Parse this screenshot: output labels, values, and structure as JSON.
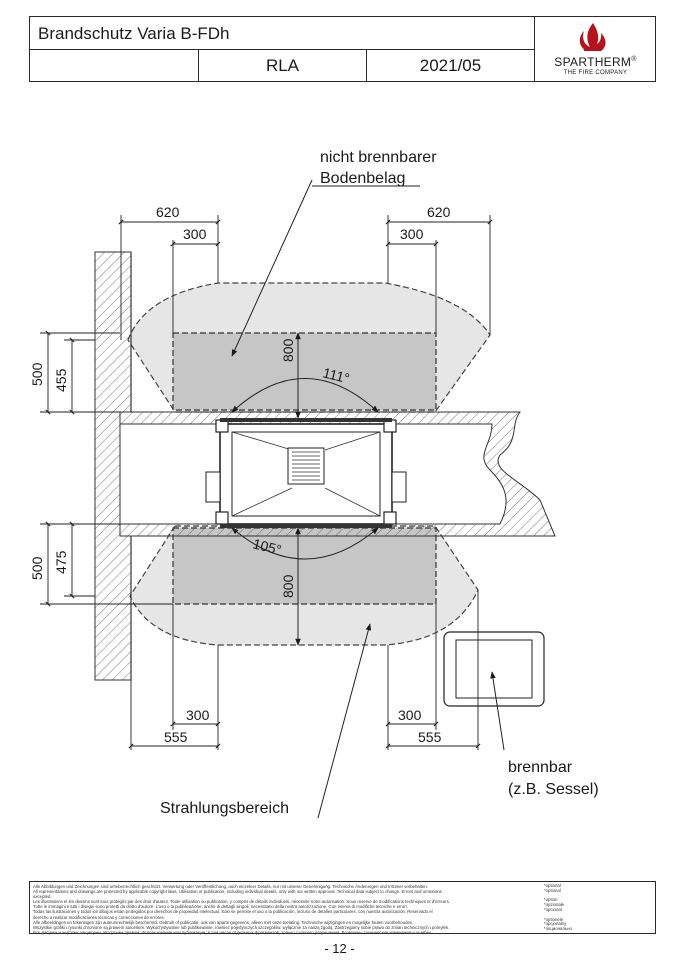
{
  "title_block": {
    "title": "Brandschutz Varia B-FDh",
    "model": "RLA",
    "date": "2021/05",
    "brand": "SPARTHERM",
    "brand_mark": "®",
    "tagline": "THE FIRE COMPANY"
  },
  "labels": {
    "floor_covering": [
      "nicht brennbarer",
      "Bodenbelag"
    ],
    "combustible": [
      "brennbar",
      "(z.B. Sessel)"
    ],
    "radiation_area": "Strahlungsbereich"
  },
  "dimensions": {
    "top_left_outer": "620",
    "top_left_inner": "300",
    "top_right_outer": "620",
    "top_right_inner": "300",
    "depth_top": "800",
    "angle_top": "111°",
    "angle_bottom": "105°",
    "depth_bottom": "800",
    "left_upper_outer": "500",
    "left_upper_inner": "455",
    "left_lower_outer": "500",
    "left_lower_inner": "475",
    "bottom_left_inner": "300",
    "bottom_left_outer": "555",
    "bottom_right_inner": "300",
    "bottom_right_outer": "555"
  },
  "footer": {
    "legal": [
      "Alle Abbildungen und Zeichnungen sind urheberrechtlich geschützt. Verwertung oder Veröffentlichung, auch einzelner Details, nur mit unserer Genehmigung. Technische Änderungen und Irrtümer vorbehalten.",
      "All representations and drawings are protected by applicable copyright laws. Utilisation or publication, including individual details, only with our written approval. Technical data subject to change. Errors and omissions",
      "excepted.",
      "Les illustrations et les dessins sont tous protégés par des droit d'auteur. Toute utilisation ou publication, y compris de détails individuels, nécessite notre autorisation. Sous reserve de modifications techniques et d'erreurs.",
      "Tutte le immagini e tutti i disegni sono protetti da diritto d'autore. L'uso o la pubblicazione, anche di dettagli singoli, necessitano della nostra autorizzazione. Con riserva di modifiche tecniche e errori.",
      "Todas las ilustraciones y todos los dibujos están protegidos por derechos de propiedad intelectual. Solo se permite el uso o la publicación, incluso de detalles particulares, con nuestra autorización. Reservado el",
      "derecho a realizar modificaciones técnicas y correcciones de errores.",
      "Alle afbeeldingen en tekeningen zijn auteursrechtelijk beschermd. Gebruik of publicatie, ook van aparte gegevens, alleen met onze toelating. Technische wijzigingen en mogelijke fouten voorbehouden.",
      "Wszystkie grafiki i rysunki chronione są prawem autorskim. Wykorzystywanie lub publikowanie, również pojedynczych szczegółów, wyłącznie za naszą zgodą. Zastrzegamy sobie prawo do zmian technicznych i pomyłek.",
      "Все рисунки и чертежи защищены авторским правом.  Использование или публикация, в том числе отдельных фрагментов, только с нашего разрешения. Возможны технические изменения и ошибки."
    ],
    "optional": [
      "*optional",
      "*optional",
      "",
      "*option",
      "*opzionale",
      "*opcional",
      "",
      "*optionele",
      "*opcjonalny",
      "*опционально"
    ]
  },
  "page_number": "- 12 -"
}
